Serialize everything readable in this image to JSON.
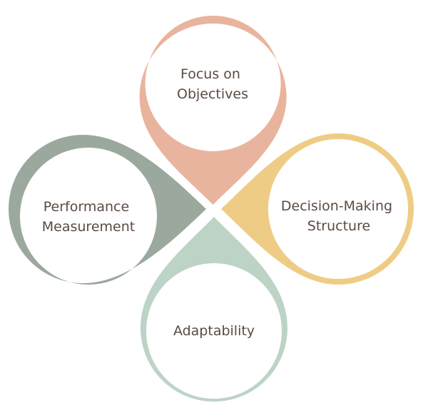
{
  "diagram": {
    "petals": [
      {
        "id": "top",
        "lines": [
          "Focus on",
          "Objectives"
        ],
        "color": "#e9b49d"
      },
      {
        "id": "right",
        "lines": [
          "Decision-Making",
          "Structure"
        ],
        "color": "#efcc85"
      },
      {
        "id": "bottom",
        "lines": [
          "Adaptability"
        ],
        "color": "#bdd3c6"
      },
      {
        "id": "left",
        "lines": [
          "Performance",
          "Measurement"
        ],
        "color": "#9ba89e"
      }
    ]
  }
}
